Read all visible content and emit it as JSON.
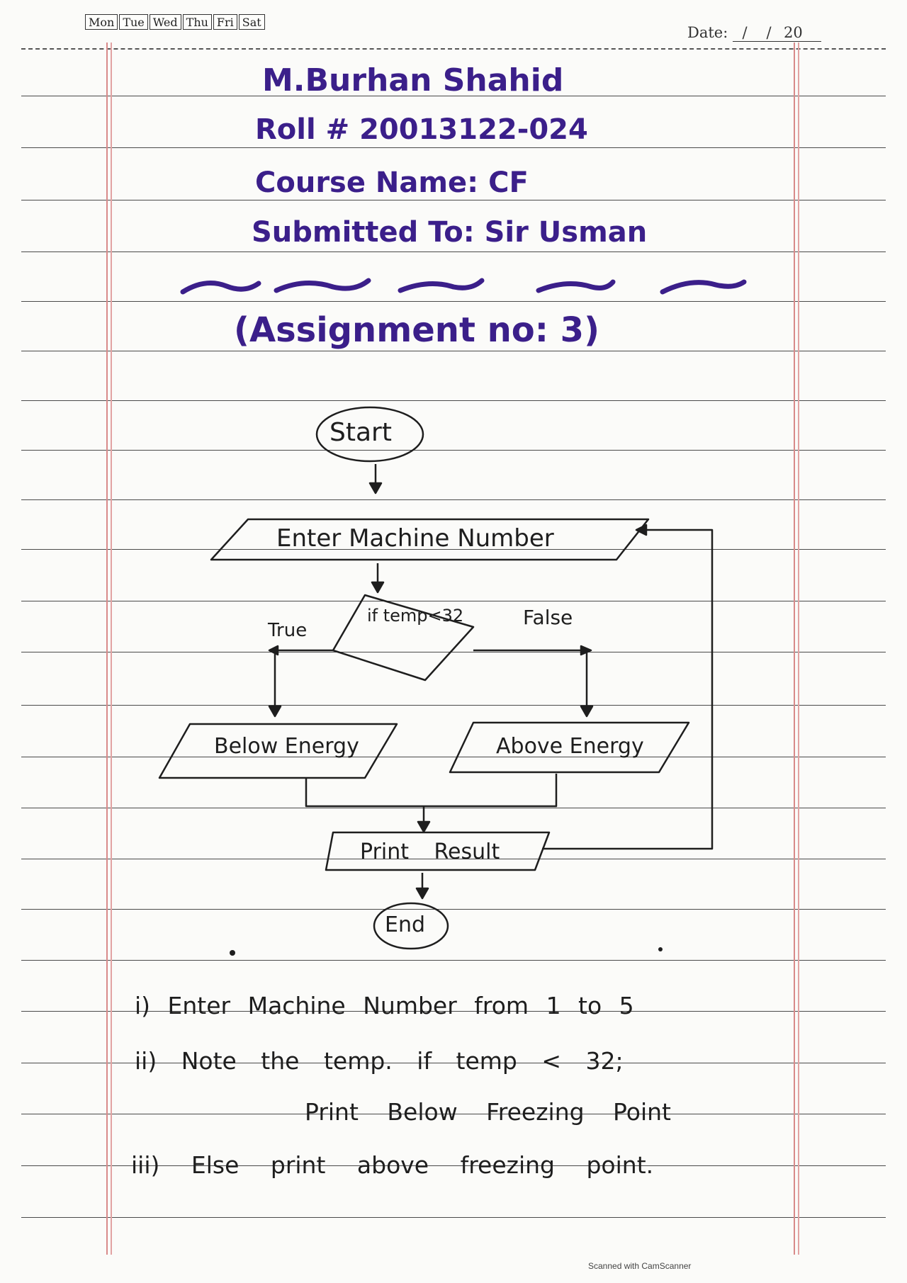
{
  "header": {
    "days": [
      "Mon",
      "Tue",
      "Wed",
      "Thu",
      "Fri",
      "Sat"
    ],
    "date_label": "Date:",
    "date_year": "20"
  },
  "student": {
    "name": "M.Burhan Shahid",
    "roll": "Roll # 20013122-024",
    "course": "Course Name: CF",
    "submitted_to": "Submitted To: Sir Usman"
  },
  "assignment_title": "(Assignment no: 3)",
  "flowchart": {
    "start": "Start",
    "input": "Enter Machine Number",
    "decision": "if temp<32",
    "true_label": "True",
    "false_label": "False",
    "below": "Below Energy",
    "above": "Above Energy",
    "print": "Print Result",
    "end": "End"
  },
  "steps": [
    "i) Enter Machine Number from 1 to 5",
    "ii) Note the temp. if temp < 32;",
    "Print Below Freezing Point",
    "iii) Else print above freezing point."
  ],
  "footer": "Scanned with CamScanner",
  "colors": {
    "ink": "#3b1f8a",
    "pencil": "#1e1e1e",
    "rule": "#4a4a4a",
    "margin": "#d88a8a"
  }
}
